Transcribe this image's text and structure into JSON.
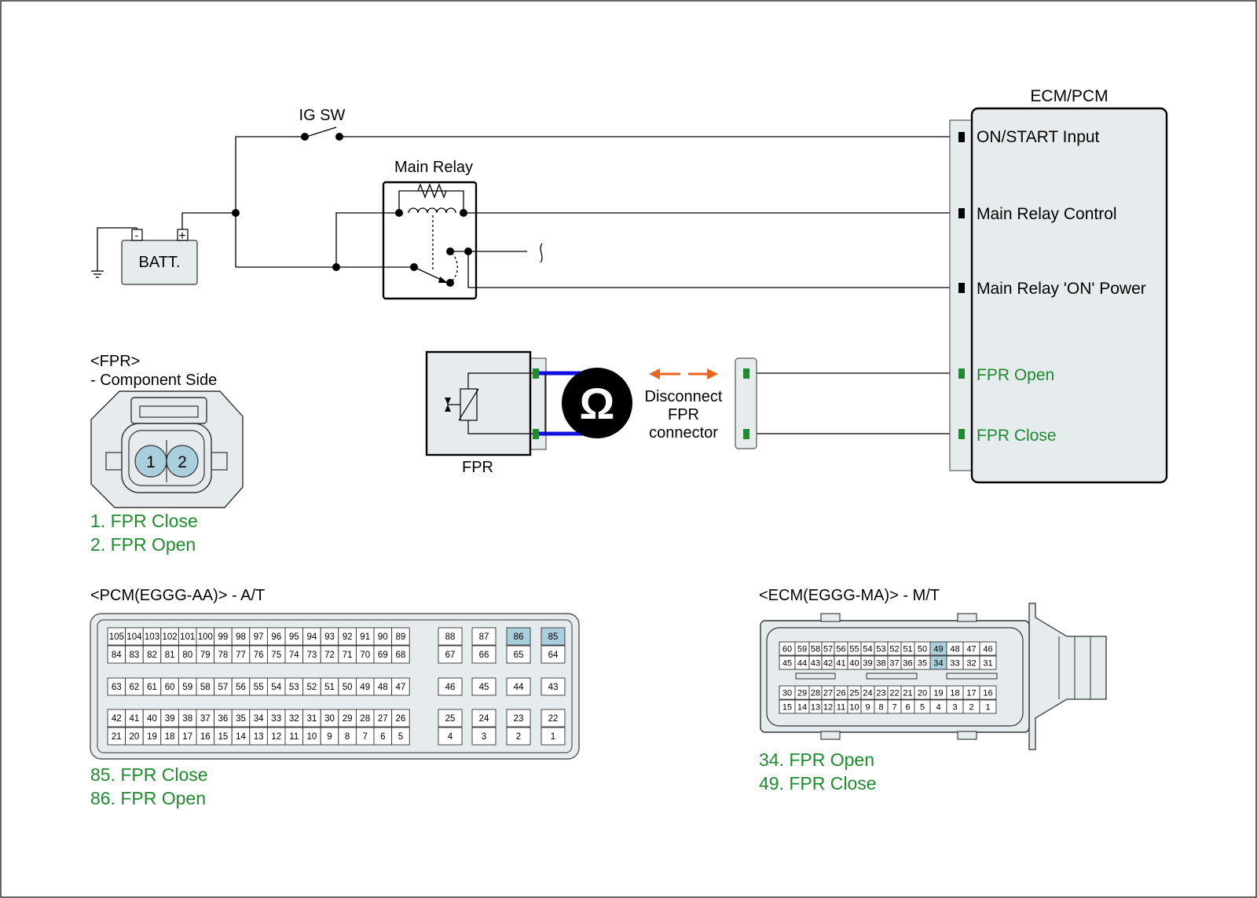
{
  "colors": {
    "green": "#1f8a2e",
    "orange": "#e8661e",
    "blue": "#1010e0",
    "fill": "#e6ebed",
    "highlight": "#a9cfdc",
    "pin": "#1f8a2e"
  },
  "circuit": {
    "ig_sw": "IG SW",
    "main_relay": "Main Relay",
    "batt": "BATT.",
    "batt_neg": "-",
    "batt_pos": "+",
    "ecm_title": "ECM/PCM",
    "ecm_pins": [
      "ON/START Input",
      "Main Relay Control",
      "Main Relay 'ON' Power",
      "FPR Open",
      "FPR Close"
    ],
    "fpr_label": "FPR",
    "ohm_symbol": "Ω",
    "disconnect_lines": [
      "Disconnect",
      "FPR",
      "connector"
    ]
  },
  "fpr_connector": {
    "title": "<FPR>",
    "subtitle": "- Component Side",
    "pins": [
      "1",
      "2"
    ],
    "legend": [
      "1. FPR Close",
      "2. FPR Open"
    ]
  },
  "pcm": {
    "title": "<PCM(EGGG-AA)> - A/T",
    "highlighted": [
      "86",
      "85"
    ],
    "legend": [
      "85. FPR Close",
      "86. FPR Open"
    ]
  },
  "ecm": {
    "title": "<ECM(EGGG-MA)> - M/T",
    "highlighted": [
      "49",
      "34"
    ],
    "legend": [
      "34. FPR Open",
      "49. FPR Close"
    ]
  }
}
